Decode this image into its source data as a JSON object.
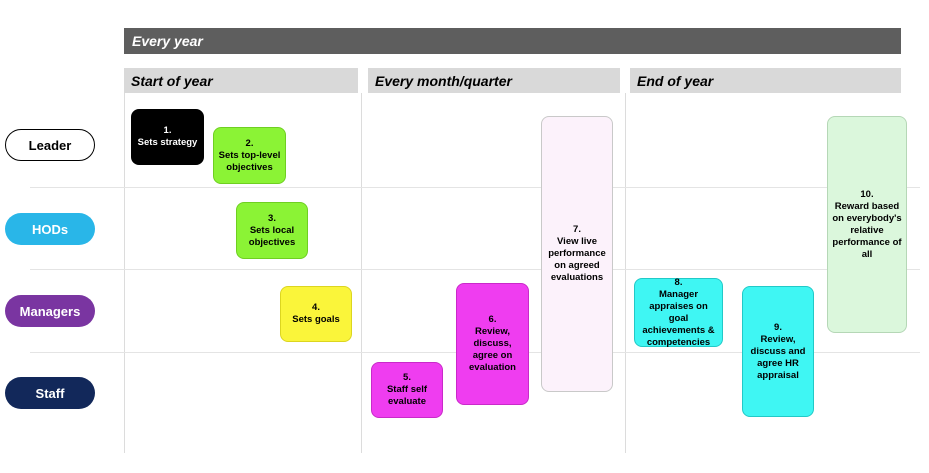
{
  "header": {
    "title": "Every year"
  },
  "phases": [
    {
      "label": "Start of year"
    },
    {
      "label": "Every month/quarter"
    },
    {
      "label": "End of year"
    }
  ],
  "roles": [
    {
      "label": "Leader"
    },
    {
      "label": "HODs"
    },
    {
      "label": "Managers"
    },
    {
      "label": "Staff"
    }
  ],
  "steps": [
    {
      "num": "1.",
      "text": "Sets strategy"
    },
    {
      "num": "2.",
      "text": "Sets top-level objectives"
    },
    {
      "num": "3.",
      "text": "Sets local objectives"
    },
    {
      "num": "4.",
      "text": "Sets goals"
    },
    {
      "num": "5.",
      "text": "Staff self evaluate"
    },
    {
      "num": "6.",
      "text": "Review, discuss, agree on evaluation"
    },
    {
      "num": "7.",
      "text": "View live performance on agreed evaluations"
    },
    {
      "num": "8.",
      "text": "Manager appraises on goal achievements & competencies"
    },
    {
      "num": "9.",
      "text": "Review, discuss and agree HR appraisal"
    },
    {
      "num": "10.",
      "text": "Reward based on everybody's relative performance of all"
    }
  ],
  "colors": {
    "header": "#5e5e5e",
    "phase": "#d9d9d9",
    "leader": "#ffffff",
    "hods": "#29b6e8",
    "managers": "#7a35a1",
    "staff": "#12285a",
    "green": "#8bf335",
    "yellow": "#faf53a",
    "magenta": "#ef3df0",
    "pale_pink": "#fcf2fb",
    "cyan": "#3ff6f3",
    "pale_green": "#dbf7dc"
  }
}
